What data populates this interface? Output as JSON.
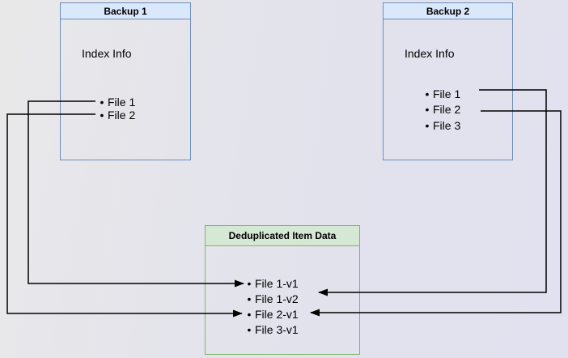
{
  "diagram": {
    "backup1": {
      "title": "Backup 1",
      "index_label": "Index Info",
      "files": [
        "File 1",
        "File 2"
      ]
    },
    "backup2": {
      "title": "Backup 2",
      "index_label": "Index Info",
      "files": [
        "File 1",
        "File 2",
        "File 3"
      ]
    },
    "dedup": {
      "title": "Deduplicated Item Data",
      "items": [
        "File 1-v1",
        "File 1-v2",
        "File 2-v1",
        "File 3-v1"
      ]
    },
    "bullet": "•",
    "connections": [
      {
        "from": "Backup 1 / File 1",
        "to": "File 1-v1"
      },
      {
        "from": "Backup 1 / File 2",
        "to": "File 2-v1"
      },
      {
        "from": "Backup 2 / File 1",
        "to": "File 1-v2"
      },
      {
        "from": "Backup 2 / File 2",
        "to": "File 2-v1"
      }
    ],
    "colors": {
      "blue_header_fill": "#dae8fc",
      "blue_border": "#6c8ebf",
      "green_header_fill": "#d5e8d4",
      "green_border": "#82b366",
      "arrow_line": "#000000",
      "background": "#e3e3ec"
    }
  }
}
